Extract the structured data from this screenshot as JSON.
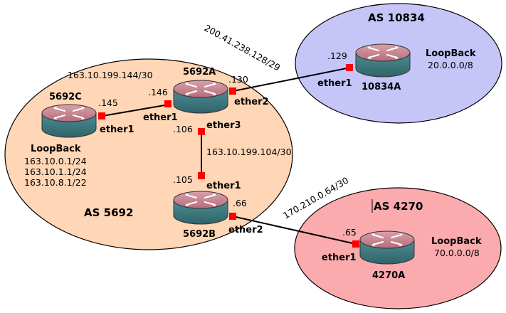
{
  "areas": {
    "as5692": {
      "label": "AS 5692",
      "fill": "#ffd6b6"
    },
    "as10834": {
      "label": "AS 10834",
      "fill": "#c5c5f8"
    },
    "as4270": {
      "label": "AS 4270",
      "fill": "#fbaaae"
    }
  },
  "routers": {
    "r5692a": {
      "name": "5692A"
    },
    "r5692b": {
      "name": "5692B"
    },
    "r5692c": {
      "name": "5692C"
    },
    "r10834a": {
      "name": "10834A"
    },
    "r4270a": {
      "name": "4270A"
    }
  },
  "loopbacks": {
    "c": {
      "title": "LoopBack",
      "lines": [
        "163.10.0.1/24",
        "163.10.1.1/24",
        "163.10.8.1/22"
      ]
    },
    "as10834": {
      "title": "LoopBack",
      "lines": [
        "20.0.0.0/8"
      ]
    },
    "as4270": {
      "title": "LoopBack",
      "lines": [
        "70.0.0.0/8"
      ]
    }
  },
  "subnets": {
    "c_a": "163.10.199.144/30",
    "a_b": "163.10.199.104/30",
    "a_10834": "200.41.238.128/29",
    "b_4270": "170.210.0.64/30"
  },
  "interfaces": {
    "c_ether1": {
      "ip": ".145",
      "name": "ether1"
    },
    "a_ether1": {
      "ip": ".146",
      "name": "ether1"
    },
    "a_ether2": {
      "ip": ".130",
      "name": "ether2"
    },
    "a_ether3": {
      "ip": ".106",
      "name": "ether3"
    },
    "b_ether1": {
      "ip": ".105",
      "name": "ether1"
    },
    "b_ether2": {
      "ip": ".66",
      "name": "ether2"
    },
    "r10834_ether1": {
      "ip": ".129",
      "name": "ether1"
    },
    "r4270_ether1": {
      "ip": ".65",
      "name": "ether1"
    }
  },
  "colors": {
    "port": "#ff0000",
    "router_top": "#c98290",
    "router_body": "#3f7f86"
  }
}
